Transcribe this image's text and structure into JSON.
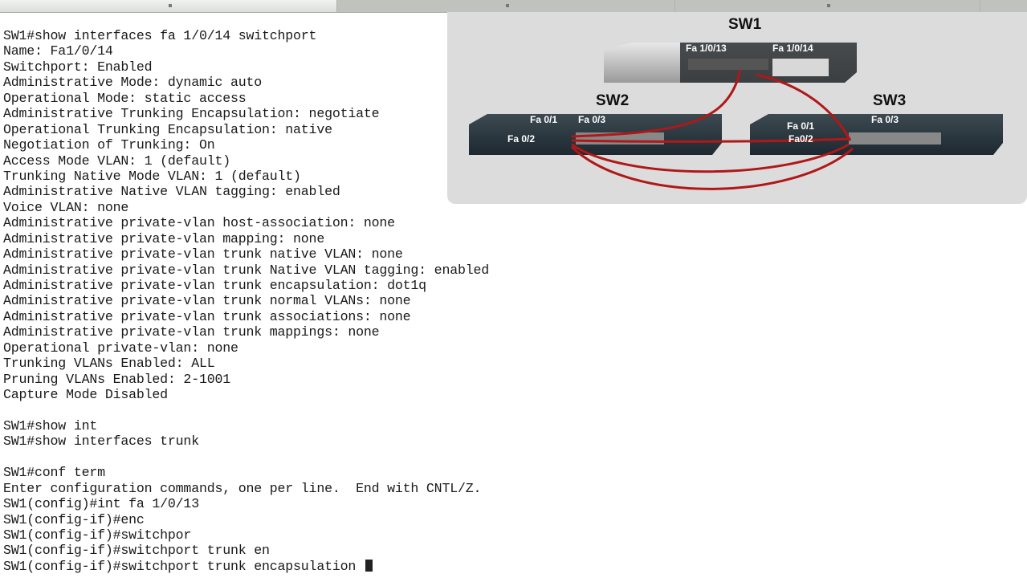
{
  "terminal": {
    "lines": [
      "SW1#show interfaces fa 1/0/14 switchport",
      "Name: Fa1/0/14",
      "Switchport: Enabled",
      "Administrative Mode: dynamic auto",
      "Operational Mode: static access",
      "Administrative Trunking Encapsulation: negotiate",
      "Operational Trunking Encapsulation: native",
      "Negotiation of Trunking: On",
      "Access Mode VLAN: 1 (default)",
      "Trunking Native Mode VLAN: 1 (default)",
      "Administrative Native VLAN tagging: enabled",
      "Voice VLAN: none",
      "Administrative private-vlan host-association: none",
      "Administrative private-vlan mapping: none",
      "Administrative private-vlan trunk native VLAN: none",
      "Administrative private-vlan trunk Native VLAN tagging: enabled",
      "Administrative private-vlan trunk encapsulation: dot1q",
      "Administrative private-vlan trunk normal VLANs: none",
      "Administrative private-vlan trunk associations: none",
      "Administrative private-vlan trunk mappings: none",
      "Operational private-vlan: none",
      "Trunking VLANs Enabled: ALL",
      "Pruning VLANs Enabled: 2-1001",
      "Capture Mode Disabled",
      "",
      "SW1#show int",
      "SW1#show interfaces trunk",
      "",
      "SW1#conf term",
      "Enter configuration commands, one per line.  End with CNTL/Z.",
      "SW1(config)#int fa 1/0/13",
      "SW1(config-if)#enc",
      "SW1(config-if)#switchpor",
      "SW1(config-if)#switchport trunk en",
      "SW1(config-if)#switchport trunk encapsulation "
    ]
  },
  "diagram": {
    "switches": {
      "sw1": "SW1",
      "sw2": "SW2",
      "sw3": "SW3"
    },
    "ports": {
      "sw1_a": "Fa 1/0/13",
      "sw1_b": "Fa 1/0/14",
      "sw2_a": "Fa 0/1",
      "sw2_b": "Fa 0/3",
      "sw2_c": "Fa 0/2",
      "sw3_a": "Fa 0/1",
      "sw3_b": "Fa 0/3",
      "sw3_c": "Fa0/2"
    },
    "cable_color": "#b01818"
  }
}
